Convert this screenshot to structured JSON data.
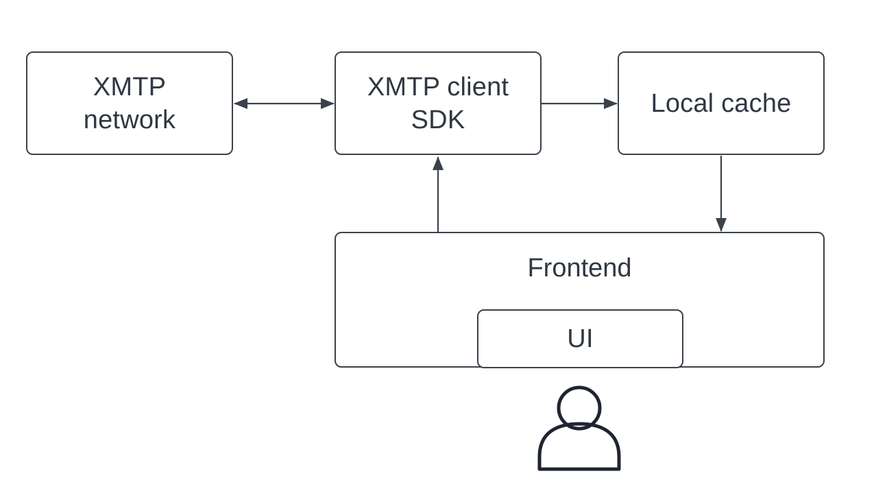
{
  "nodes": {
    "xmtp_network": {
      "label_line1": "XMTP",
      "label_line2": "network"
    },
    "xmtp_client_sdk": {
      "label_line1": "XMTP client",
      "label_line2": "SDK"
    },
    "local_cache": {
      "label": "Local cache"
    },
    "frontend": {
      "label": "Frontend"
    },
    "ui": {
      "label": "UI"
    }
  },
  "edges": [
    {
      "from": "XMTP network",
      "to": "XMTP client SDK",
      "direction": "bidirectional"
    },
    {
      "from": "XMTP client SDK",
      "to": "Local cache",
      "direction": "forward"
    },
    {
      "from": "Local cache",
      "to": "Frontend",
      "direction": "forward"
    },
    {
      "from": "Frontend",
      "to": "XMTP client SDK",
      "direction": "forward"
    }
  ],
  "icons": {
    "user": "user-icon"
  },
  "colors": {
    "stroke": "#3a414a",
    "text": "#2f3742",
    "user_icon": "#1f2530"
  }
}
